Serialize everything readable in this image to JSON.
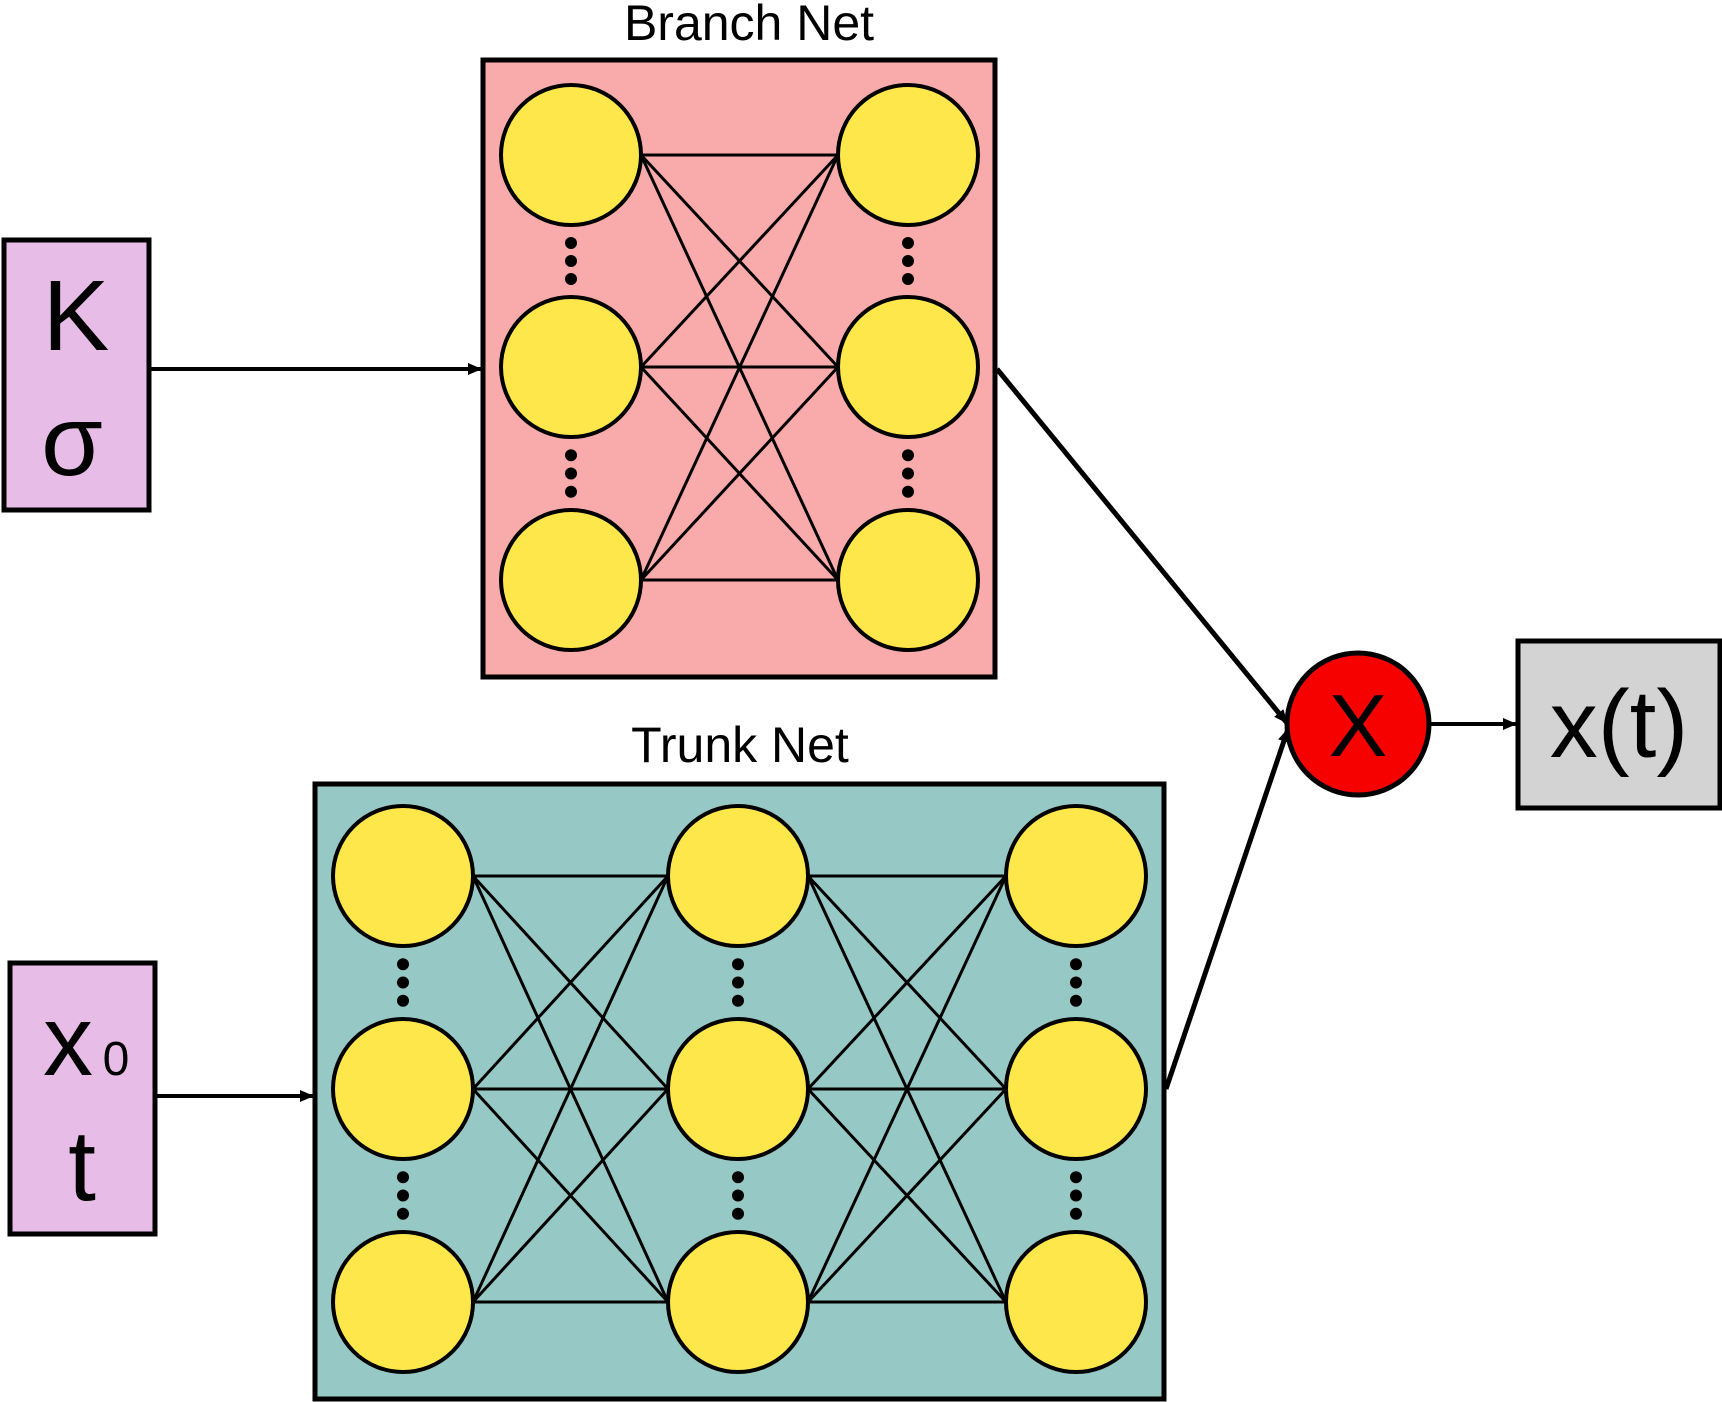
{
  "branch_net": {
    "title": "Branch Net",
    "color": "#F9AAAA",
    "layers": 2
  },
  "trunk_net": {
    "title": "Trunk Net",
    "color": "#96C8C5",
    "layers": 3
  },
  "branch_input": {
    "line1": "K",
    "line2": "σ",
    "color": "#E7BCE7"
  },
  "trunk_input": {
    "line1": "x",
    "line1_sub": "0",
    "line2": "t",
    "color": "#E7BCE7"
  },
  "product_node": {
    "symbol": "X",
    "color": "#F70000"
  },
  "output": {
    "label": "x(t)",
    "color": "#D3D3D3"
  },
  "neuron_color": "#FDE74A"
}
